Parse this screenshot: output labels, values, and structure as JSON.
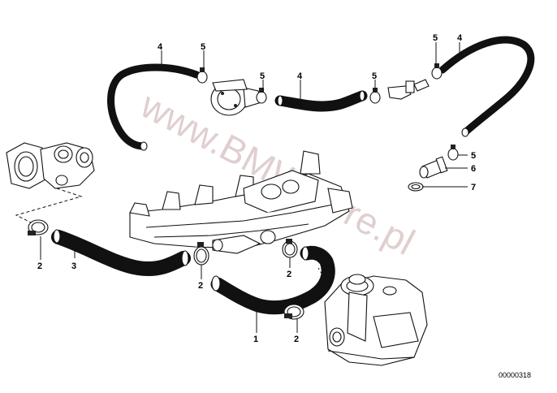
{
  "diagram": {
    "callouts": [
      {
        "id": "c4a",
        "text": "4"
      },
      {
        "id": "c5a",
        "text": "5"
      },
      {
        "id": "c5b",
        "text": "5"
      },
      {
        "id": "c4b",
        "text": "4"
      },
      {
        "id": "c5c",
        "text": "5"
      },
      {
        "id": "c5d",
        "text": "5"
      },
      {
        "id": "c4c",
        "text": "4"
      },
      {
        "id": "c5e",
        "text": "5"
      },
      {
        "id": "c6",
        "text": "6"
      },
      {
        "id": "c7",
        "text": "7"
      },
      {
        "id": "c2a",
        "text": "2"
      },
      {
        "id": "c3",
        "text": "3"
      },
      {
        "id": "c2b",
        "text": "2"
      },
      {
        "id": "c2c",
        "text": "2"
      },
      {
        "id": "c1",
        "text": "1"
      },
      {
        "id": "c2d",
        "text": "2"
      }
    ],
    "document_number": "00000318",
    "watermark": "www.BMWstore.pl"
  }
}
